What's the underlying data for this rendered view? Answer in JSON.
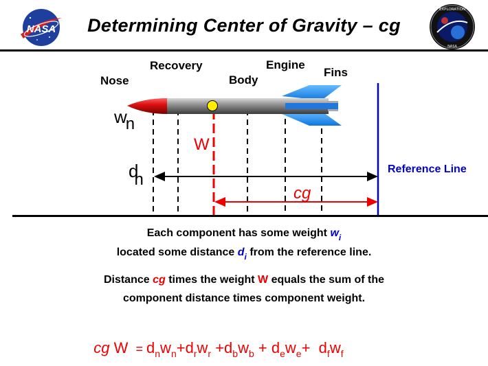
{
  "title": "Determining  Center  of  Gravity – cg",
  "logos": {
    "left": {
      "text": "NASA",
      "icon": "nasa-meatball-icon"
    },
    "right": {
      "text": "EXPLORATION",
      "small": "NASA",
      "icon": "exploration-seal-icon"
    }
  },
  "parts": {
    "nose": "Nose",
    "recovery": "Recovery",
    "body": "Body",
    "engine": "Engine",
    "fins": "Fins"
  },
  "diagram": {
    "weight_symbol": "w",
    "weight_sub": "n",
    "W": "W",
    "distance_symbol": "d",
    "distance_sub": "n",
    "cg": "cg",
    "reference_line": "Reference  Line"
  },
  "text": {
    "line1_pre": "Each  component  has  some  weight ",
    "line1_sym": "w",
    "line1_sub": "i",
    "line2_pre": "located  some  distance ",
    "line2_sym": "d",
    "line2_sub": "i",
    "line2_post": "  from the reference line.",
    "line3_pre": "Distance ",
    "line3_cg": "cg",
    "line3_mid": " times  the  weight ",
    "line3_W": "W",
    "line3_post": " equals  the  sum  of  the",
    "line4": "component  distance  times  component  weight."
  },
  "equation": {
    "lhs_cg": "cg",
    "lhs_W": " W ",
    "eq": " = ",
    "terms": [
      {
        "d": "d",
        "ds": "n",
        "w": "w",
        "ws": "n",
        "sep": "+"
      },
      {
        "d": "d",
        "ds": "r",
        "w": "w",
        "ws": "r",
        "sep": " +"
      },
      {
        "d": "d",
        "ds": "b",
        "w": "w",
        "ws": "b",
        "sep": " + "
      },
      {
        "d": "d",
        "ds": "e",
        "w": "w",
        "ws": "e",
        "sep": "+  "
      },
      {
        "d": "d",
        "ds": "f",
        "w": "w",
        "ws": "f",
        "sep": ""
      }
    ]
  },
  "colors": {
    "red": "#ee0000",
    "blue": "#0000cc",
    "fin_blue": "#3399ee",
    "cg_dot": "#ffee00"
  }
}
